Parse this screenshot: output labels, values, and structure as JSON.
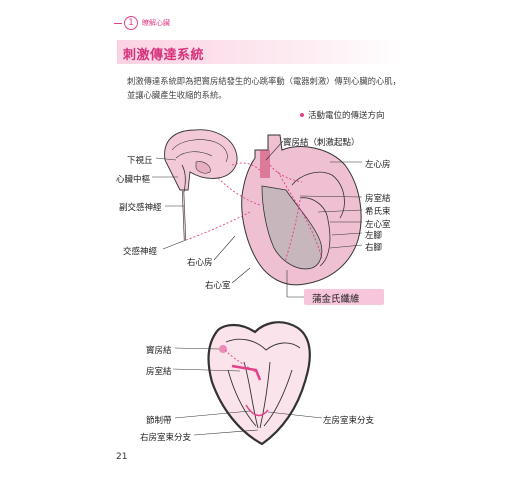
{
  "chapter": {
    "number": "1",
    "title": "瞭解心臟"
  },
  "section": {
    "title": "刺激傳達系統"
  },
  "intro": {
    "text": "刺激傳達系統即為把竇房結發生的心跳率動（電器刺激）傳到心臟的心肌，並讓心臟產生收縮的系統。"
  },
  "legend": {
    "label": "活動電位的傳送方向",
    "color": "#e2428a"
  },
  "diagram1": {
    "labels": {
      "hypothalamus": "下視丘",
      "cardiac_center": "心臟中樞",
      "parasympathetic": "副交感神經",
      "sympathetic": "交感神經",
      "sa_node_origin": "竇房結（刺激起點）",
      "left_atrium": "左心房",
      "av_node": "房室結",
      "his_bundle": "希氏束",
      "left_ventricle": "左心室",
      "left_leg": "左腳",
      "right_leg": "右腳",
      "right_atrium": "右心房",
      "right_ventricle": "右心室",
      "purkinje": "蒲金氏纖維"
    }
  },
  "diagram2": {
    "labels": {
      "sa_node": "竇房結",
      "av_node": "房室結",
      "moderator_band": "節制帶",
      "right_bundle_branch": "右房室束分支",
      "left_bundle_branch": "左房室束分支"
    }
  },
  "page_number": "21"
}
